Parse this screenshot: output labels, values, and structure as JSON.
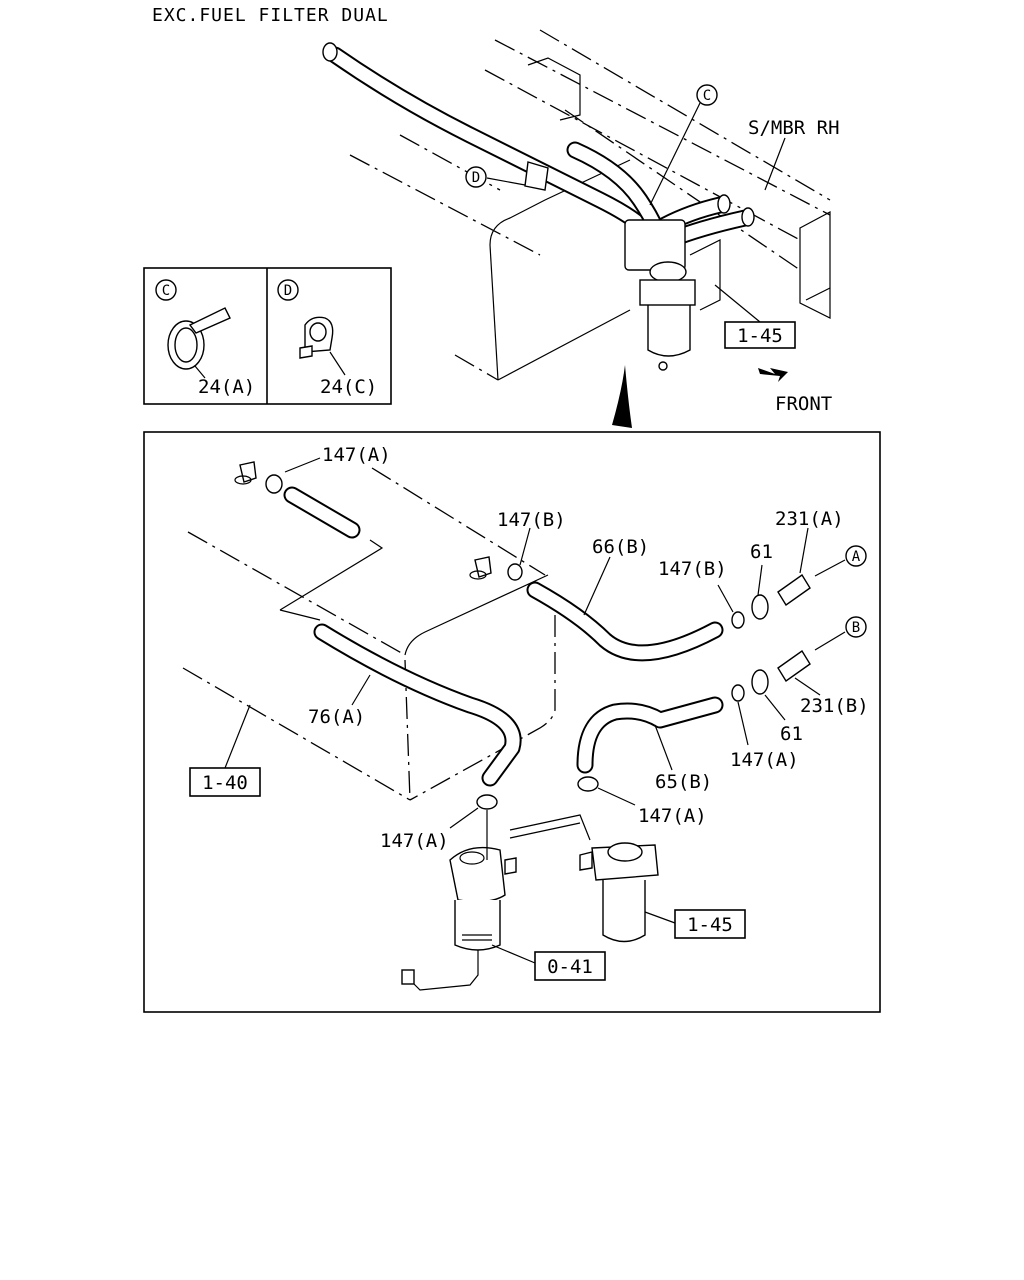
{
  "title": "EXC.FUEL FILTER DUAL",
  "top_view": {
    "frame_label": "S/MBR RH",
    "callouts": {
      "c": "C",
      "d": "D"
    },
    "ref_box": "1-45",
    "front_label": "FRONT"
  },
  "detail_c": {
    "letter": "C",
    "part_label": "24(A)"
  },
  "detail_d": {
    "letter": "D",
    "part_label": "24(C)"
  },
  "main": {
    "labels": {
      "clamp_147a_top": "147(A)",
      "clamp_147b_mid": "147(B)",
      "hose_66b": "66(B)",
      "clamp_147b_right": "147(B)",
      "clip_61_top": "61",
      "pipe_231a": "231(A)",
      "conn_a": "A",
      "conn_b": "B",
      "pipe_231b": "231(B)",
      "clip_61_bottom": "61",
      "clamp_147a_right": "147(A)",
      "hose_65b": "65(B)",
      "clamp_147a_filter2": "147(A)",
      "clamp_147a_filter1": "147(A)",
      "hose_76a": "76(A)"
    },
    "ref_boxes": {
      "tank": "1-40",
      "filter_main": "1-45",
      "filter_sep": "0-41"
    }
  }
}
